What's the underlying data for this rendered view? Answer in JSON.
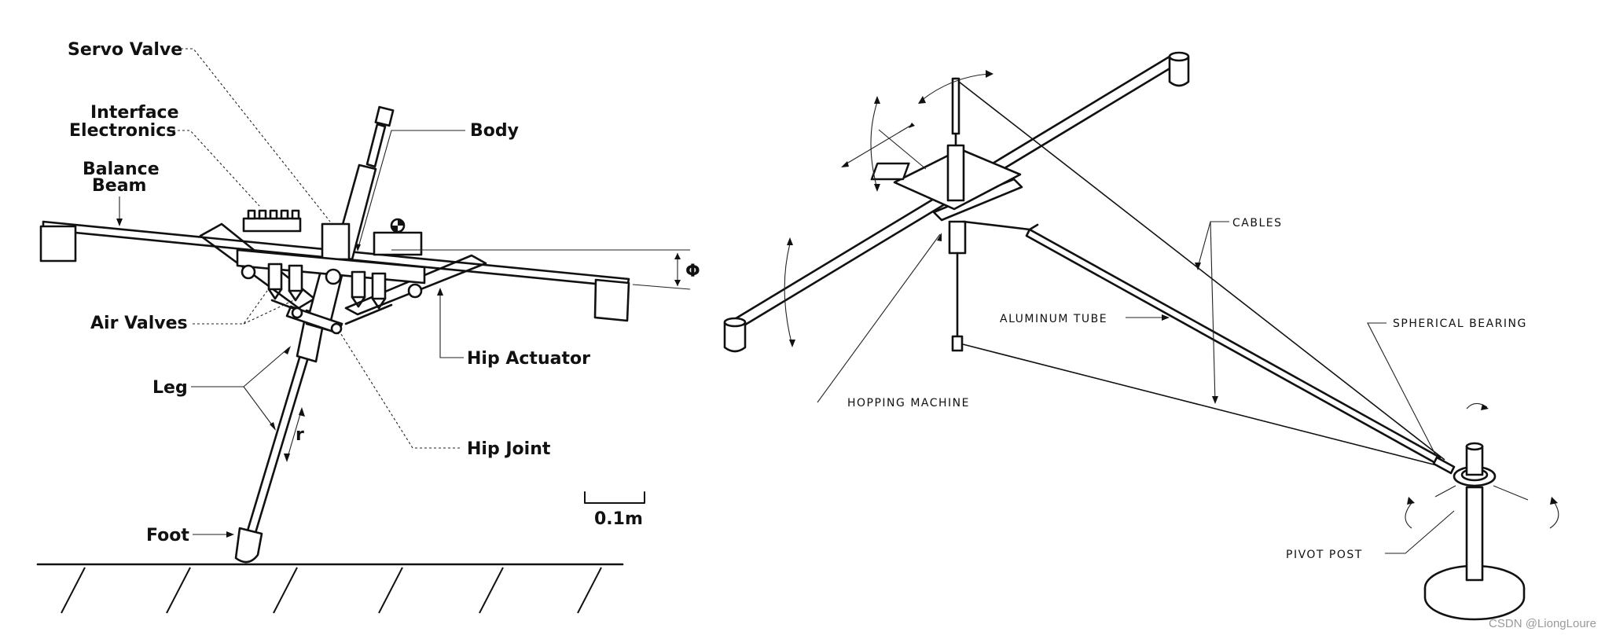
{
  "left_figure": {
    "labels": {
      "servo_valve": "Servo Valve",
      "interface_electronics_1": "Interface",
      "interface_electronics_2": "Electronics",
      "balance_beam_1": "Balance",
      "balance_beam_2": "Beam",
      "body": "Body",
      "phi": "Φ",
      "air_valves": "Air  Valves",
      "hip_actuator": "Hip  Actuator",
      "leg": "Leg",
      "r": "r",
      "hip_joint": "Hip  Joint",
      "foot": "Foot",
      "scale": "0.1m"
    }
  },
  "right_figure": {
    "labels": {
      "cables": "CABLES",
      "aluminum_tube": "ALUMINUM  TUBE",
      "spherical_bearing": "SPHERICAL  BEARING",
      "hopping_machine": "HOPPING  MACHINE",
      "pivot_post": "PIVOT  POST"
    }
  },
  "watermark": "CSDN @LiongLoure"
}
